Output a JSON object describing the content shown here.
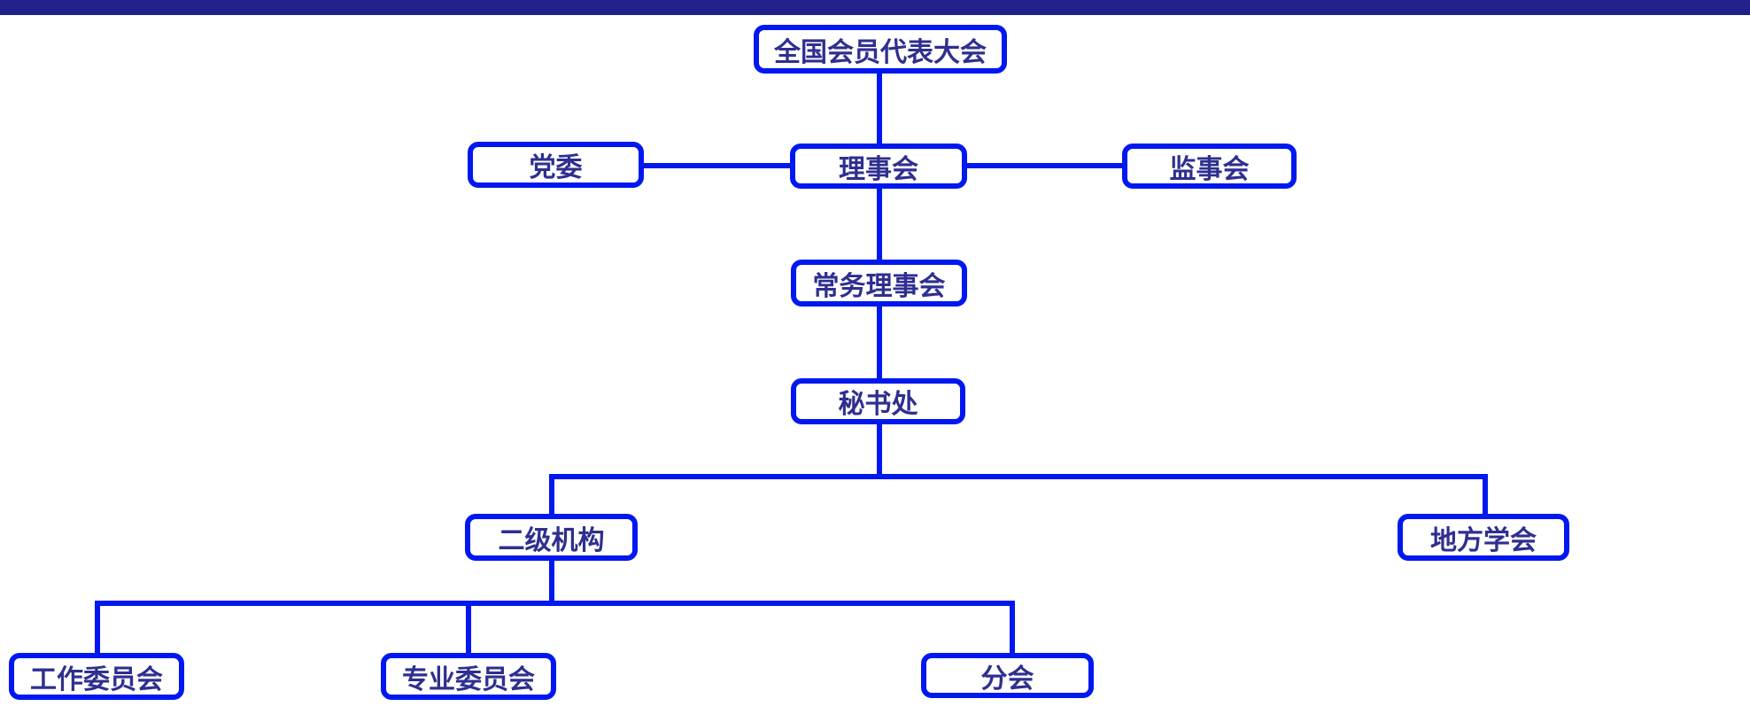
{
  "colors": {
    "top_bar": "#20218A",
    "line_and_border": "#0018F0",
    "node_text": "#2E2F8F",
    "background": "#FFFFFF"
  },
  "org_chart": {
    "nodes": [
      {
        "id": "congress",
        "label": "全国会员代表大会"
      },
      {
        "id": "party-committee",
        "label": "党委"
      },
      {
        "id": "council",
        "label": "理事会"
      },
      {
        "id": "board-of-supervisors",
        "label": "监事会"
      },
      {
        "id": "standing-council",
        "label": "常务理事会"
      },
      {
        "id": "secretariat",
        "label": "秘书处"
      },
      {
        "id": "secondary-institutions",
        "label": "二级机构"
      },
      {
        "id": "local-societies",
        "label": "地方学会"
      },
      {
        "id": "working-committees",
        "label": "工作委员会"
      },
      {
        "id": "professional-committees",
        "label": "专业委员会"
      },
      {
        "id": "branches",
        "label": "分会"
      }
    ],
    "edges": [
      {
        "from": "全国会员代表大会",
        "to": "理事会"
      },
      {
        "from": "党委",
        "to": "理事会"
      },
      {
        "from": "理事会",
        "to": "监事会"
      },
      {
        "from": "理事会",
        "to": "常务理事会"
      },
      {
        "from": "常务理事会",
        "to": "秘书处"
      },
      {
        "from": "秘书处",
        "to": "二级机构"
      },
      {
        "from": "秘书处",
        "to": "地方学会"
      },
      {
        "from": "二级机构",
        "to": "工作委员会"
      },
      {
        "from": "二级机构",
        "to": "专业委员会"
      },
      {
        "from": "二级机构",
        "to": "分会"
      }
    ]
  }
}
